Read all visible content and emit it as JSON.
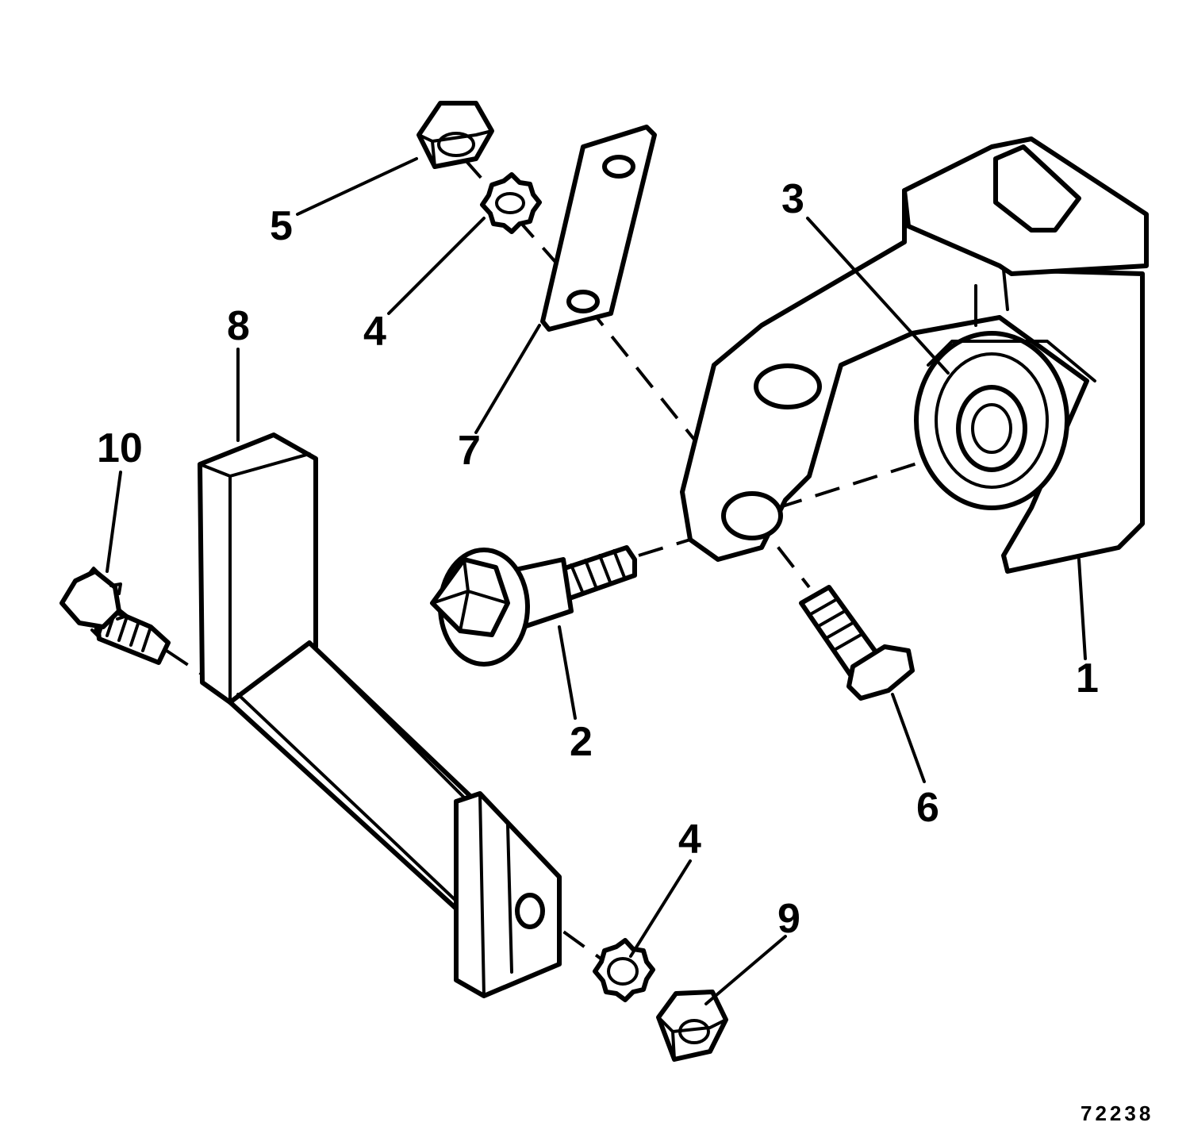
{
  "figure_number": "72238",
  "callouts": {
    "c1": "1",
    "c2": "2",
    "c3": "3",
    "c4a": "4",
    "c4b": "4",
    "c5": "5",
    "c6": "6",
    "c7": "7",
    "c8": "8",
    "c9": "9",
    "c10": "10"
  }
}
